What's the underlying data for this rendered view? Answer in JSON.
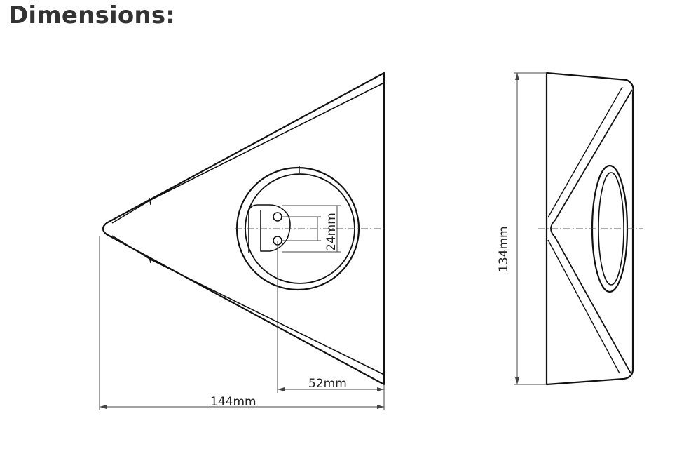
{
  "title": "Dimensions:",
  "labels": {
    "width": "144mm",
    "offset": "52mm",
    "hole_spacing": "24mm",
    "height": "134mm"
  },
  "colors": {
    "line": "#111111",
    "dim_line": "#444444",
    "title": "#333333"
  }
}
